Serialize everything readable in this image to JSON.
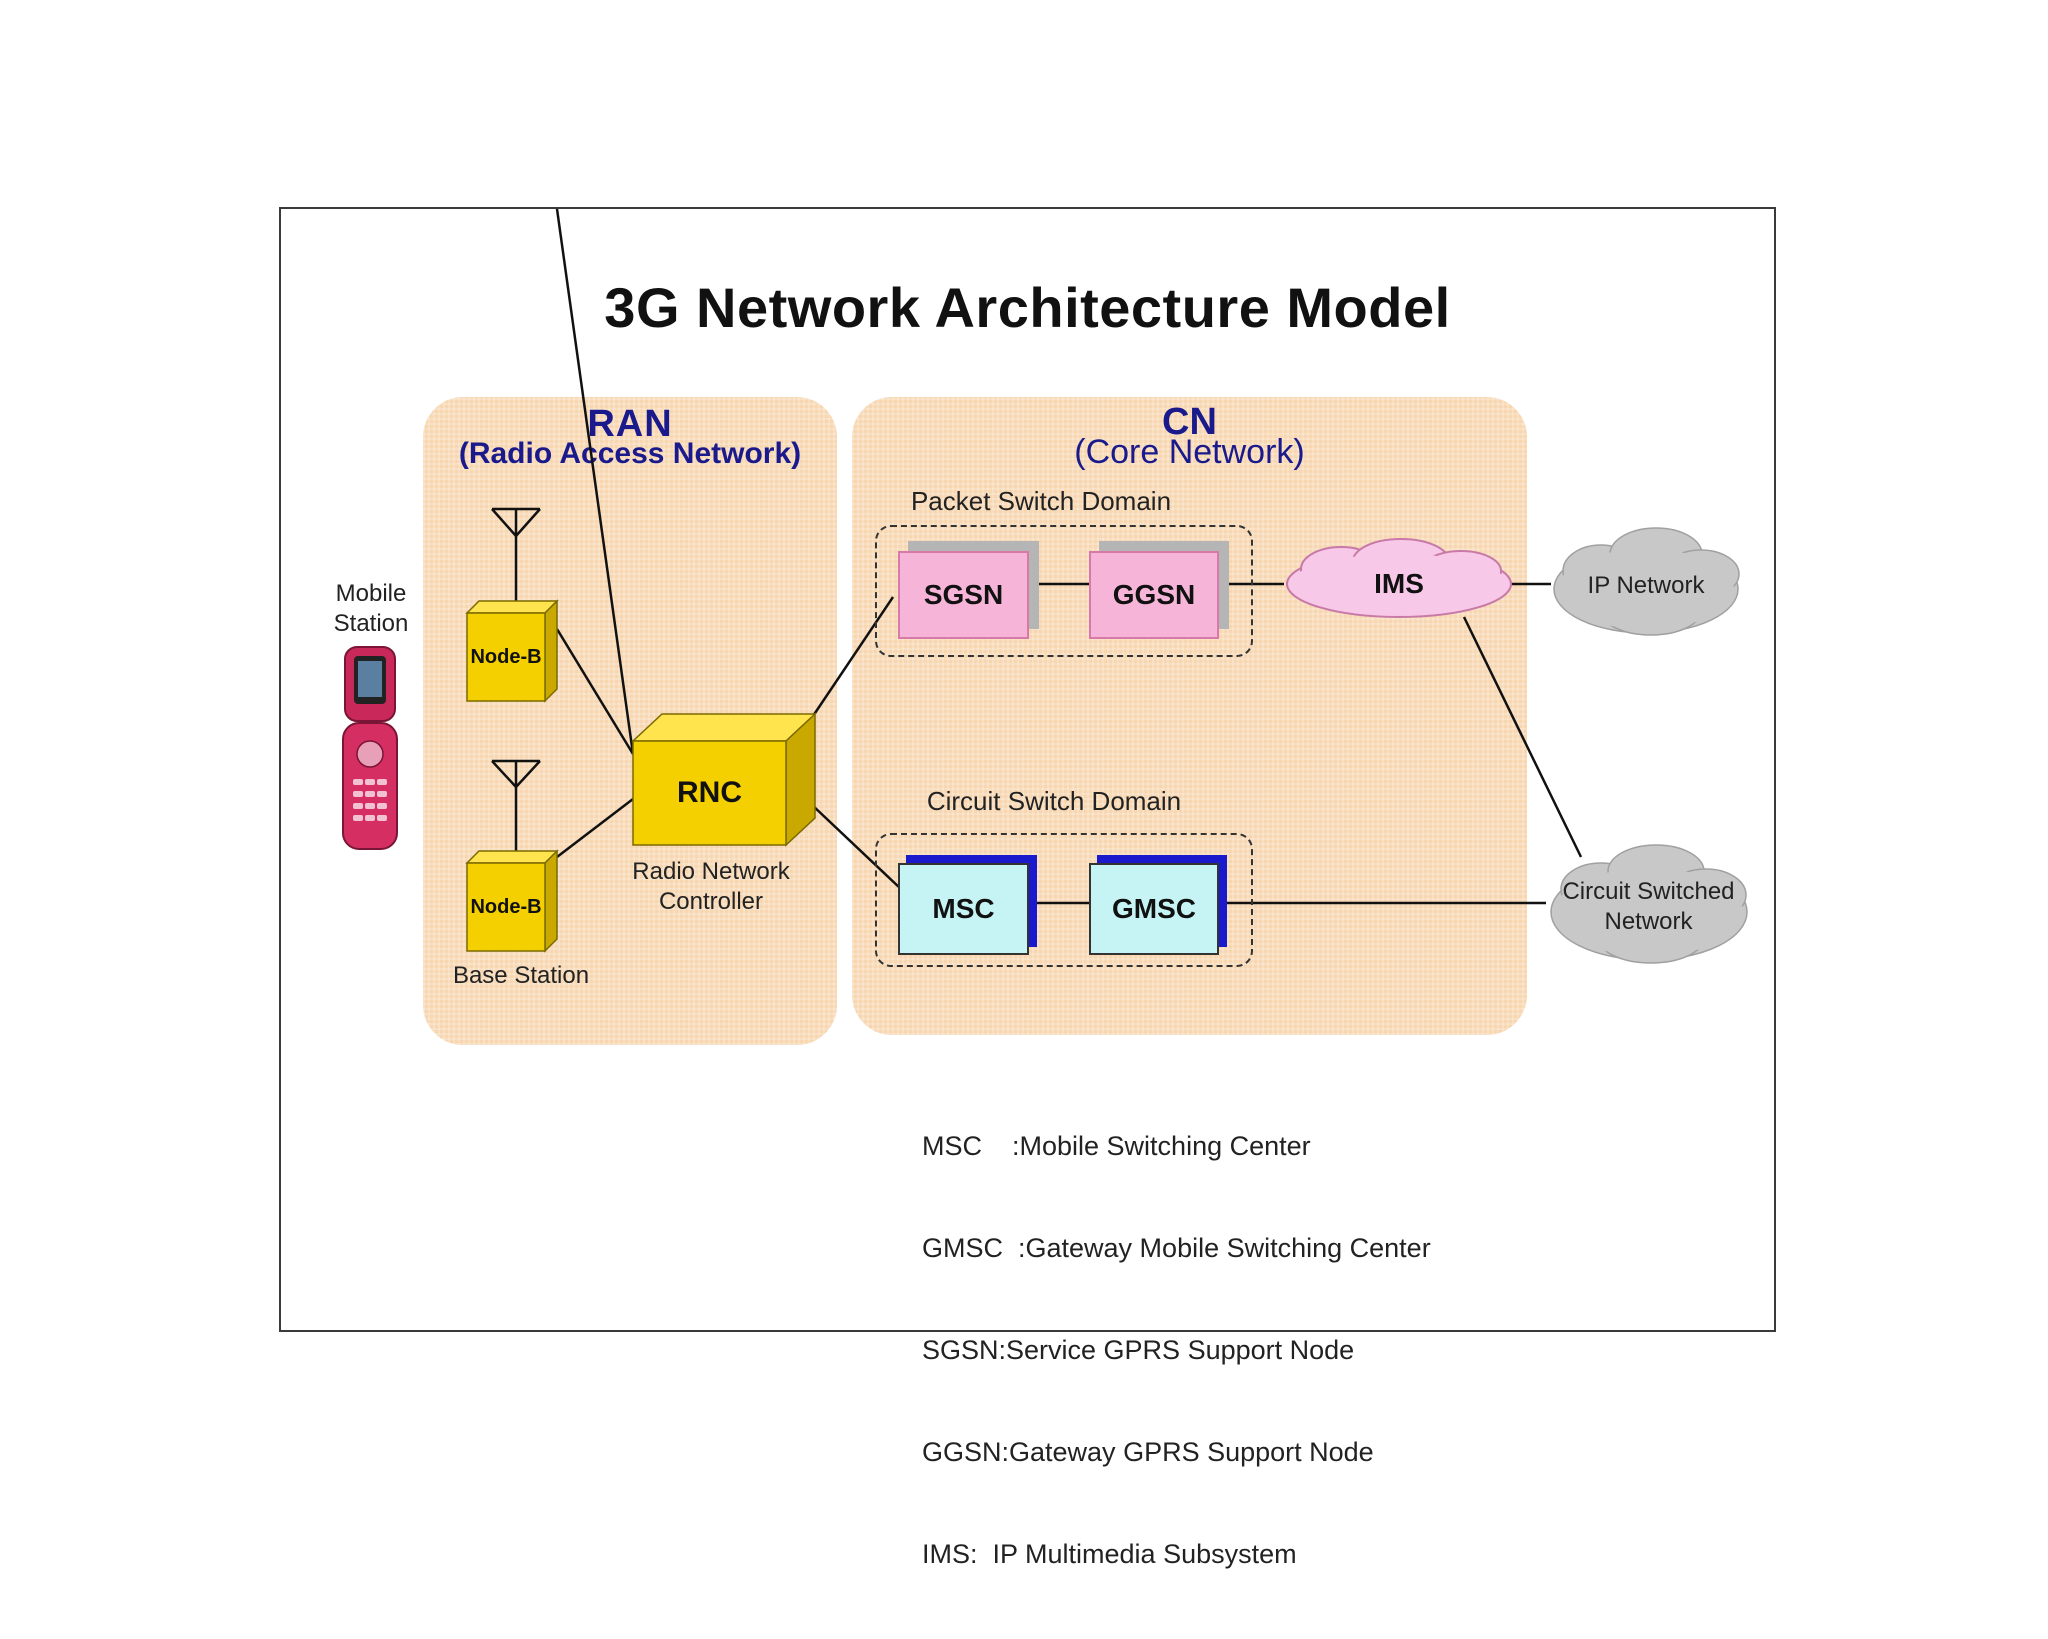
{
  "title": "3G Network Architecture Model",
  "ran": {
    "title": "RAN",
    "subtitle": "(Radio Access Network)"
  },
  "cn": {
    "title": "CN",
    "subtitle": "(Core Network)"
  },
  "mobile_station": {
    "label_line1": "Mobile",
    "label_line2": "Station"
  },
  "node_b_top": "Node-B",
  "node_b_bottom": "Node-B",
  "base_station_label": "Base Station",
  "rnc": {
    "label": "RNC",
    "caption_line1": "Radio Network",
    "caption_line2": "Controller"
  },
  "packet_domain": {
    "label": "Packet Switch Domain",
    "sgsn": "SGSN",
    "ggsn": "GGSN"
  },
  "circuit_domain": {
    "label": "Circuit Switch Domain",
    "msc": "MSC",
    "gmsc": "GMSC"
  },
  "ims": "IMS",
  "ip_network": "IP Network",
  "circuit_network": {
    "line1": "Circuit Switched",
    "line2": "Network"
  },
  "legend": [
    "MSC    :Mobile Switching Center",
    "GMSC  :Gateway Mobile Switching Center",
    "SGSN:Service GPRS Support Node",
    "GGSN:Gateway GPRS Support Node",
    "IMS:  IP Multimedia Subsystem"
  ],
  "colors": {
    "region_fill": "#f7d6b0",
    "region_title": "#1a1a8c",
    "node_b_yellow": "#f5d000",
    "packet_node_pink": "#f6b5d8",
    "circuit_node_cyan": "#c6f4f4",
    "cloud_grey": "#c8c8c8",
    "ims_cloud_pink": "#f8c8e8"
  },
  "icons": [
    "antenna-icon",
    "mobile-phone-icon",
    "cloud-icon"
  ]
}
